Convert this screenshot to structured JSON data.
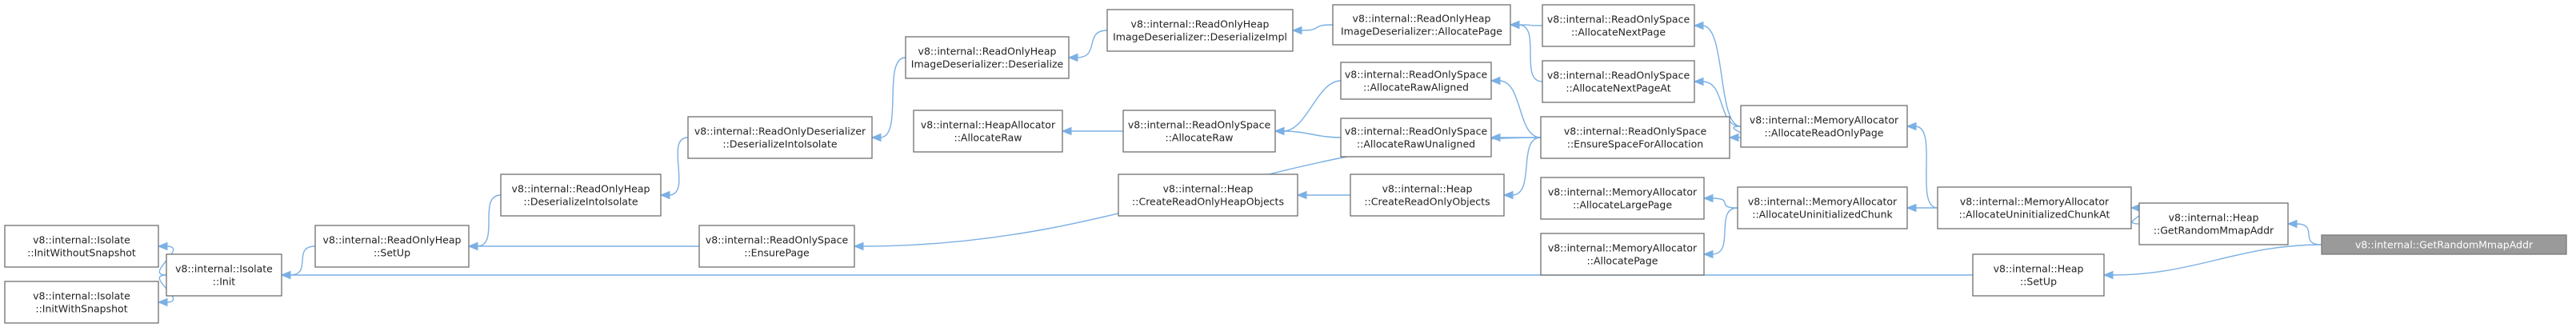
{
  "colors": {
    "edge": "#7bb0e4",
    "node_border": "#6f6f6f",
    "highlight_fill": "#9a9a9a"
  },
  "nodes": [
    {
      "id": "init_wo",
      "lines": [
        "v8::internal::Isolate",
        "::InitWithoutSnapshot"
      ]
    },
    {
      "id": "init_w",
      "lines": [
        "v8::internal::Isolate",
        "::InitWithSnapshot"
      ]
    },
    {
      "id": "iso_init",
      "lines": [
        "v8::internal::Isolate",
        "::Init"
      ]
    },
    {
      "id": "roh_setup",
      "lines": [
        "v8::internal::ReadOnlyHeap",
        "::SetUp"
      ]
    },
    {
      "id": "roh_deser",
      "lines": [
        "v8::internal::ReadOnlyHeap",
        "::DeserializeIntoIsolate"
      ]
    },
    {
      "id": "rod_deser",
      "lines": [
        "v8::internal::ReadOnlyDeserializer",
        "::DeserializeIntoIsolate"
      ]
    },
    {
      "id": "rohid_deser",
      "lines": [
        "v8::internal::ReadOnlyHeap",
        "ImageDeserializer::Deserialize"
      ]
    },
    {
      "id": "rohid_impl",
      "lines": [
        "v8::internal::ReadOnlyHeap",
        "ImageDeserializer::DeserializeImpl"
      ]
    },
    {
      "id": "rohid_alloc",
      "lines": [
        "v8::internal::ReadOnlyHeap",
        "ImageDeserializer::AllocatePage"
      ]
    },
    {
      "id": "ros_ensurepage",
      "lines": [
        "v8::internal::ReadOnlySpace",
        "::EnsurePage"
      ]
    },
    {
      "id": "ha_raw",
      "lines": [
        "v8::internal::HeapAllocator",
        "::AllocateRaw"
      ]
    },
    {
      "id": "ros_raw",
      "lines": [
        "v8::internal::ReadOnlySpace",
        "::AllocateRaw"
      ]
    },
    {
      "id": "heap_cro",
      "lines": [
        "v8::internal::Heap",
        "::CreateReadOnlyHeapObjects"
      ]
    },
    {
      "id": "heap_croo",
      "lines": [
        "v8::internal::Heap",
        "::CreateReadOnlyObjects"
      ]
    },
    {
      "id": "ros_aligned",
      "lines": [
        "v8::internal::ReadOnlySpace",
        "::AllocateRawAligned"
      ]
    },
    {
      "id": "ros_unaligned",
      "lines": [
        "v8::internal::ReadOnlySpace",
        "::AllocateRawUnaligned"
      ]
    },
    {
      "id": "ros_nextpage",
      "lines": [
        "v8::internal::ReadOnlySpace",
        "::AllocateNextPage"
      ]
    },
    {
      "id": "ros_nextpageat",
      "lines": [
        "v8::internal::ReadOnlySpace",
        "::AllocateNextPageAt"
      ]
    },
    {
      "id": "ros_ensure",
      "lines": [
        "v8::internal::ReadOnlySpace",
        "::EnsureSpaceForAllocation"
      ]
    },
    {
      "id": "ma_large",
      "lines": [
        "v8::internal::MemoryAllocator",
        "::AllocateLargePage"
      ]
    },
    {
      "id": "ma_page",
      "lines": [
        "v8::internal::MemoryAllocator",
        "::AllocatePage"
      ]
    },
    {
      "id": "ma_ro",
      "lines": [
        "v8::internal::MemoryAllocator",
        "::AllocateReadOnlyPage"
      ]
    },
    {
      "id": "ma_uc",
      "lines": [
        "v8::internal::MemoryAllocator",
        "::AllocateUninitializedChunk"
      ]
    },
    {
      "id": "ma_ucat",
      "lines": [
        "v8::internal::MemoryAllocator",
        "::AllocateUninitializedChunkAt"
      ]
    },
    {
      "id": "heap_setup",
      "lines": [
        "v8::internal::Heap",
        "::SetUp"
      ]
    },
    {
      "id": "heap_grma",
      "lines": [
        "v8::internal::Heap",
        "::GetRandomMmapAddr"
      ]
    },
    {
      "id": "grma",
      "lines": [
        "v8::internal::GetRandomMmapAddr"
      ],
      "highlight": true
    }
  ],
  "edges": [
    [
      "iso_init",
      "init_wo"
    ],
    [
      "iso_init",
      "init_w"
    ],
    [
      "roh_setup",
      "iso_init"
    ],
    [
      "heap_setup",
      "iso_init"
    ],
    [
      "roh_deser",
      "roh_setup"
    ],
    [
      "ros_ensurepage",
      "roh_setup"
    ],
    [
      "rod_deser",
      "roh_deser"
    ],
    [
      "rohid_deser",
      "rod_deser"
    ],
    [
      "rohid_impl",
      "rohid_deser"
    ],
    [
      "rohid_alloc",
      "rohid_impl"
    ],
    [
      "ros_nextpage",
      "rohid_alloc"
    ],
    [
      "ros_nextpageat",
      "rohid_alloc"
    ],
    [
      "ros_raw",
      "ha_raw"
    ],
    [
      "ros_aligned",
      "ros_raw"
    ],
    [
      "ros_unaligned",
      "ros_raw"
    ],
    [
      "heap_croo",
      "heap_cro"
    ],
    [
      "ros_ensure",
      "ros_aligned"
    ],
    [
      "ros_ensure",
      "ros_unaligned"
    ],
    [
      "ros_ensure",
      "heap_croo"
    ],
    [
      "ros_ensure",
      "ros_ensurepage"
    ],
    [
      "ma_ro",
      "ros_nextpage"
    ],
    [
      "ma_ro",
      "ros_nextpageat"
    ],
    [
      "ma_ro",
      "ros_ensure"
    ],
    [
      "ma_uc",
      "ma_large"
    ],
    [
      "ma_uc",
      "ma_page"
    ],
    [
      "ma_ucat",
      "ma_ro"
    ],
    [
      "ma_ucat",
      "ma_uc"
    ],
    [
      "heap_grma",
      "ma_ucat"
    ],
    [
      "grma",
      "heap_grma"
    ],
    [
      "grma",
      "heap_setup"
    ]
  ]
}
